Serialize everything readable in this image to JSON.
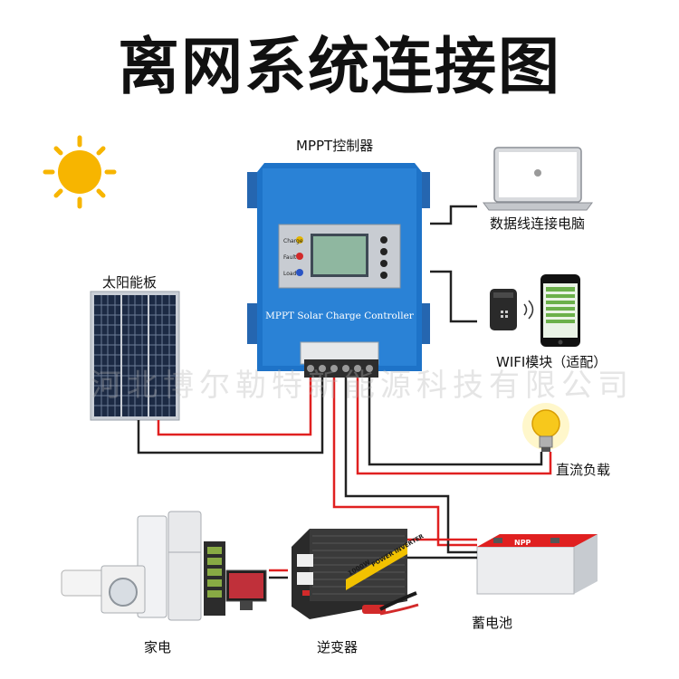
{
  "title": "离网系统连接图",
  "watermark": "河北博尔勒特新能源科技有限公司",
  "components": {
    "controller": {
      "label": "MPPT控制器",
      "panel_text": "MPPT Solar Charge Controller",
      "indicators": [
        "Charge",
        "Fault",
        "Load"
      ]
    },
    "solar_panel": {
      "label": "太阳能板"
    },
    "computer": {
      "label": "数据线连接电脑"
    },
    "wifi": {
      "label": "WIFI模块（适配）"
    },
    "dc_load": {
      "label": "直流负载"
    },
    "appliances": {
      "label": "家电"
    },
    "inverter": {
      "label": "逆变器",
      "brand_text": "POWER INVERTER",
      "rating": "1000W"
    },
    "battery": {
      "label": "蓄电池",
      "brand": "NPP"
    }
  },
  "colors": {
    "controller_blue": "#1e73c8",
    "wire_red": "#e02020",
    "wire_black": "#222222"
  }
}
